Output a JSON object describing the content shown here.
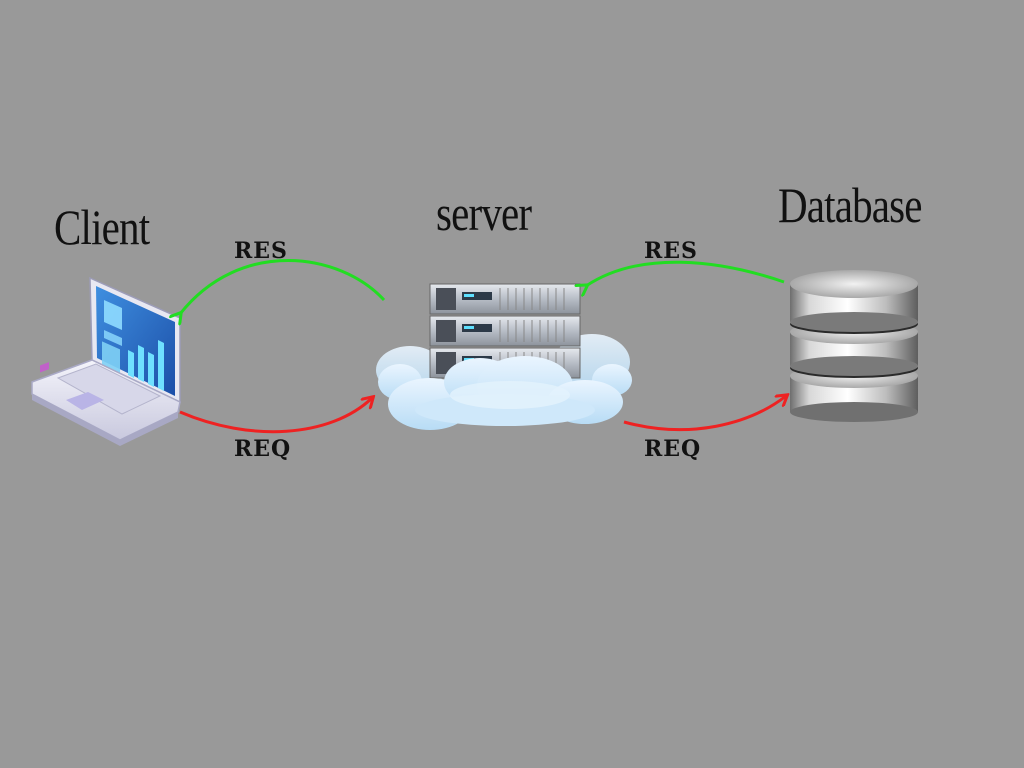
{
  "nodes": {
    "client": {
      "title": "Client",
      "icon": "laptop-icon"
    },
    "server": {
      "title": "server",
      "icon": "server-rack-cloud-icon"
    },
    "database": {
      "title": "Database",
      "icon": "database-cylinder-icon"
    }
  },
  "edges": {
    "server_to_client": {
      "label": "RES",
      "color": "#22dd22"
    },
    "client_to_server": {
      "label": "REQ",
      "color": "#ee2222"
    },
    "database_to_server": {
      "label": "RES",
      "color": "#22dd22"
    },
    "server_to_database": {
      "label": "REQ",
      "color": "#ee2222"
    }
  },
  "colors": {
    "background": "#999999",
    "response_arrow": "#22dd22",
    "request_arrow": "#ee2222"
  }
}
